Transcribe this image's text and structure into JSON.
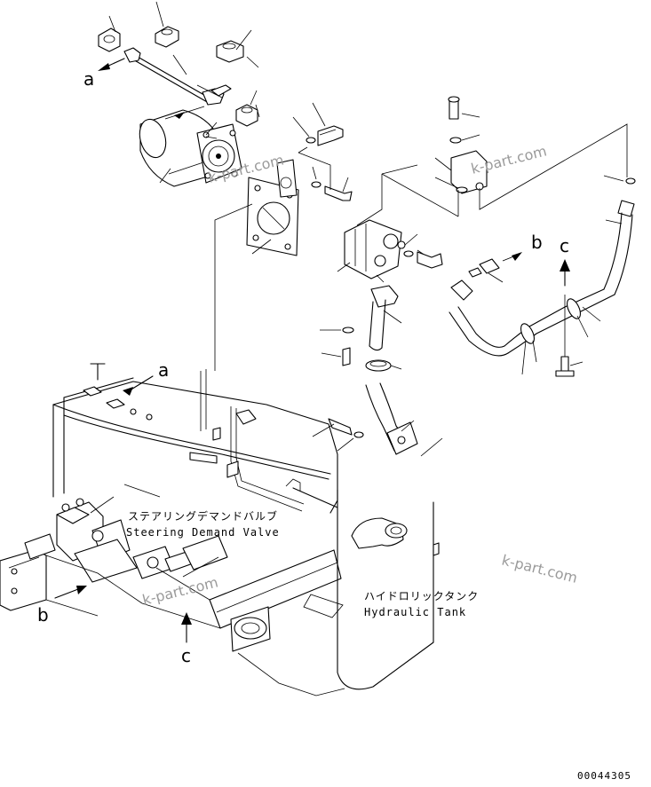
{
  "labels": {
    "steering_valve_jp": "ステアリングデマンドバルブ",
    "steering_valve_en": "Steering Demand Valve",
    "hydraulic_tank_jp": "ハイドロリックタンク",
    "hydraulic_tank_en": "Hydraulic Tank"
  },
  "references": {
    "a_top": "a",
    "a_frame": "a",
    "b_top": "b",
    "b_bottom": "b",
    "c_top": "c",
    "c_bottom": "c"
  },
  "watermarks": [
    "k-part.com",
    "k-part.com",
    "k-part.com",
    "k-part.com"
  ],
  "drawing_code": "00044305"
}
